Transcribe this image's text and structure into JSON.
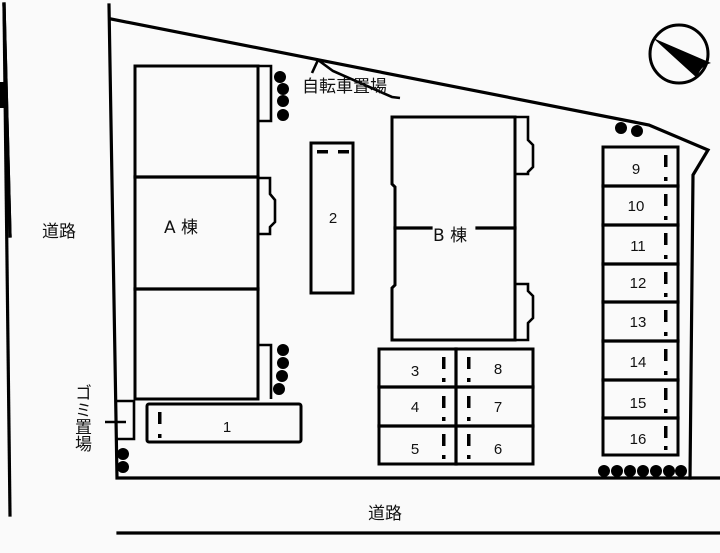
{
  "map": {
    "roads": {
      "west_label": "道路",
      "south_label": "道路"
    },
    "buildings": {
      "a_label": "A 棟",
      "b_label": "B 棟"
    },
    "facilities": {
      "bicycle_parking_label": "自転車置場",
      "garbage_area_label": "ゴミ置場"
    },
    "compass": {
      "icon": "north-arrow-icon",
      "direction": "southeast"
    },
    "parking_spaces": [
      {
        "id": "1",
        "label": "1"
      },
      {
        "id": "2",
        "label": "2"
      },
      {
        "id": "3",
        "label": "3"
      },
      {
        "id": "4",
        "label": "4"
      },
      {
        "id": "5",
        "label": "5"
      },
      {
        "id": "6",
        "label": "6"
      },
      {
        "id": "7",
        "label": "7"
      },
      {
        "id": "8",
        "label": "8"
      },
      {
        "id": "9",
        "label": "9"
      },
      {
        "id": "10",
        "label": "10"
      },
      {
        "id": "11",
        "label": "11"
      },
      {
        "id": "12",
        "label": "12"
      },
      {
        "id": "13",
        "label": "13"
      },
      {
        "id": "14",
        "label": "14"
      },
      {
        "id": "15",
        "label": "15"
      },
      {
        "id": "16",
        "label": "16"
      }
    ],
    "colors": {
      "line": "#000000",
      "background": "#fafafa"
    }
  }
}
